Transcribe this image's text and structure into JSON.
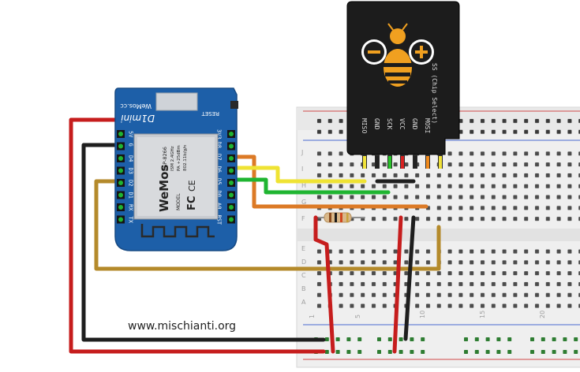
{
  "board": {
    "brand": "WeMos.cc",
    "model_name": "D1mini",
    "reset_label": "RESET",
    "left_pins": [
      "5V",
      "G",
      "D4",
      "D3",
      "D2",
      "D1",
      "RX",
      "TX"
    ],
    "right_pins": [
      "3V3",
      "D8",
      "D7",
      "D6",
      "D5",
      "D0",
      "A0",
      "RST"
    ],
    "chip_logo": "WeMos",
    "chip_line1": "ESP-8266",
    "chip_line2": "ISM 2.4GHz",
    "chip_line3": "PA +25dBm",
    "chip_line4": "802.11b/g/n",
    "chip_model": "MODEL",
    "chip_fcc": "FC",
    "chip_ce": "CE"
  },
  "sd_module": {
    "pins": [
      "MISO",
      "GND",
      "SCK",
      "VCC",
      "GND",
      "MOSI",
      "SS (Chip Select)"
    ],
    "pin_colors": [
      "#f1e23a",
      "#222222",
      "#29c229",
      "#d72020",
      "#222222",
      "#f08a1c",
      "#f1e23a"
    ]
  },
  "breadboard": {
    "column_labels": [
      "1",
      "5",
      "10",
      "15",
      "20"
    ],
    "row_labels_top": [
      "J",
      "I",
      "H",
      "G",
      "F"
    ],
    "row_labels_bottom": [
      "E",
      "D",
      "C",
      "B",
      "A"
    ]
  },
  "wire_colors": {
    "red": "#c61d1d",
    "black": "#1e1e1e",
    "yellow": "#efe333",
    "green": "#1fb531",
    "orange": "#dc7a26",
    "brown": "#b48a2b"
  },
  "credit": "www.mischianti.org"
}
